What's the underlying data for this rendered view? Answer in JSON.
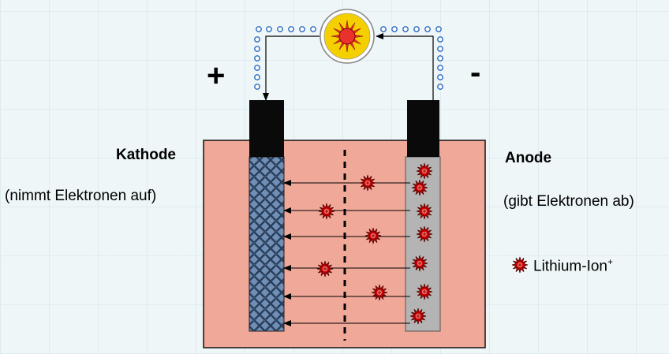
{
  "labels": {
    "plus": "+",
    "minus": "-",
    "cathode_title": "Kathode",
    "cathode_desc": "(nimmt Elektronen auf)",
    "anode_title": "Anode",
    "anode_desc": "(gibt Elektronen ab)",
    "legend_text": "Lithium-Ion",
    "legend_sup": "+"
  },
  "colors": {
    "electrolyte": "#f0a898",
    "cathode": "#6a8aae",
    "anode": "#b4b4b4",
    "terminal": "#0a0a0a",
    "ion": "#cc0000",
    "electron": "#2a6abf",
    "lamp_sun": "#f5d000"
  },
  "icons": {
    "lamp": "lamp-icon",
    "ion": "lithium-ion-icon",
    "electron": "electron-icon"
  }
}
